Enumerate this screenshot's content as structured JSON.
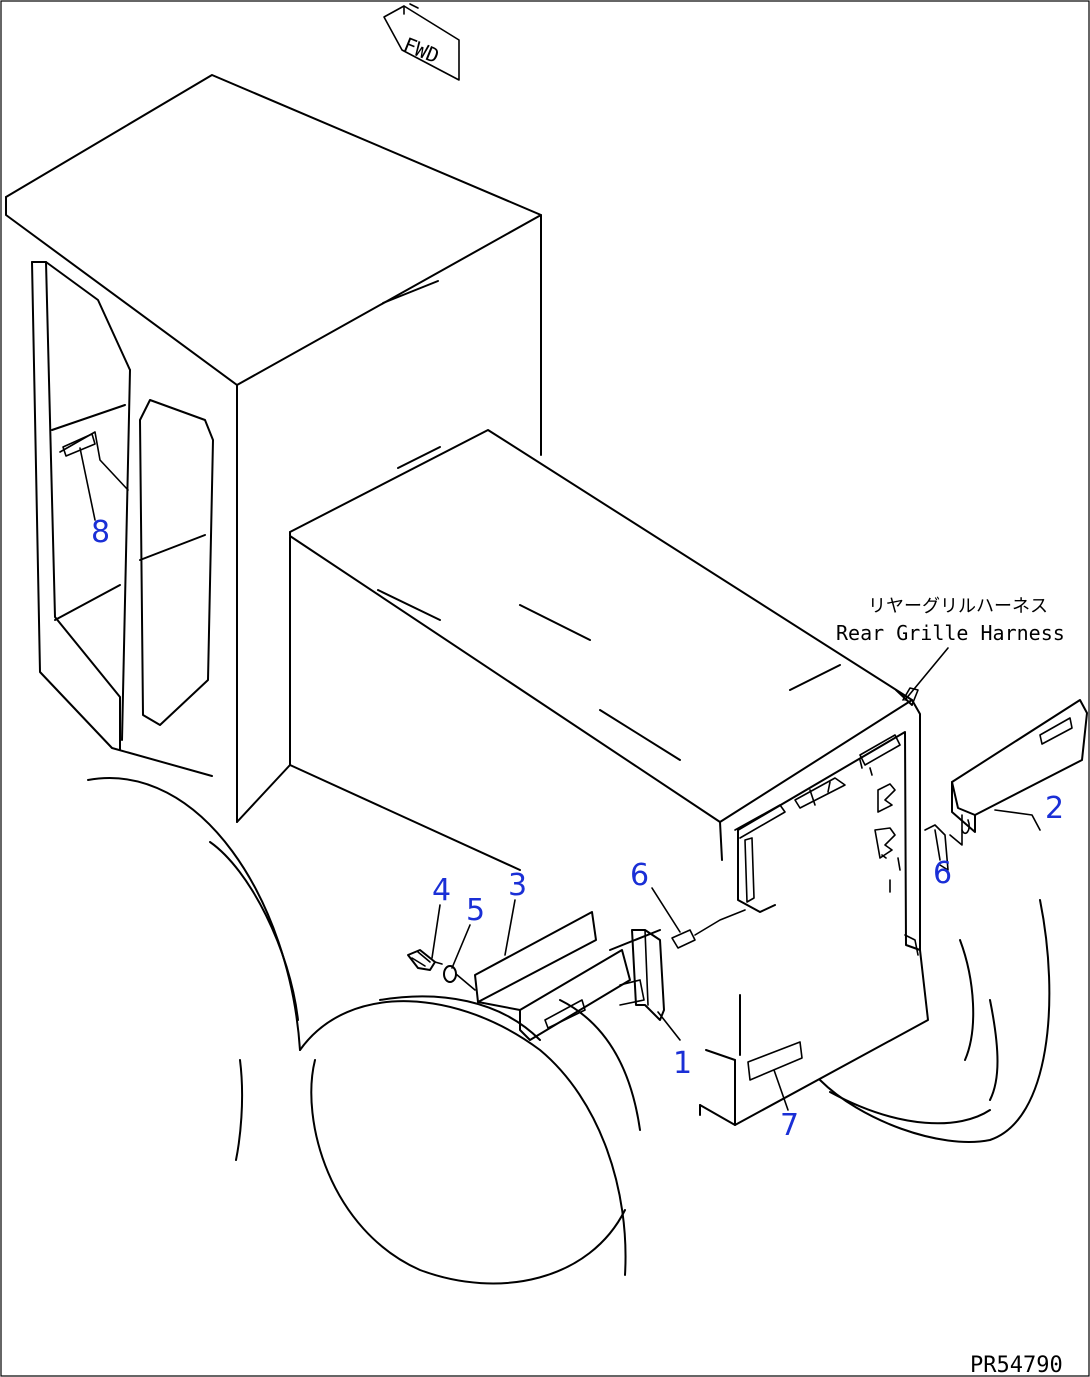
{
  "fwd_label": "FWD",
  "harness_label_jp": "リヤーグリルハーネス",
  "harness_label_en": "Rear Grille Harness",
  "drawing_code": "PR54790",
  "callout_color": "#1a2fd6",
  "callouts": {
    "c1": "1",
    "c2": "2",
    "c3": "3",
    "c4": "4",
    "c5": "5",
    "c6a": "6",
    "c6b": "6",
    "c7": "7",
    "c8": "8"
  }
}
